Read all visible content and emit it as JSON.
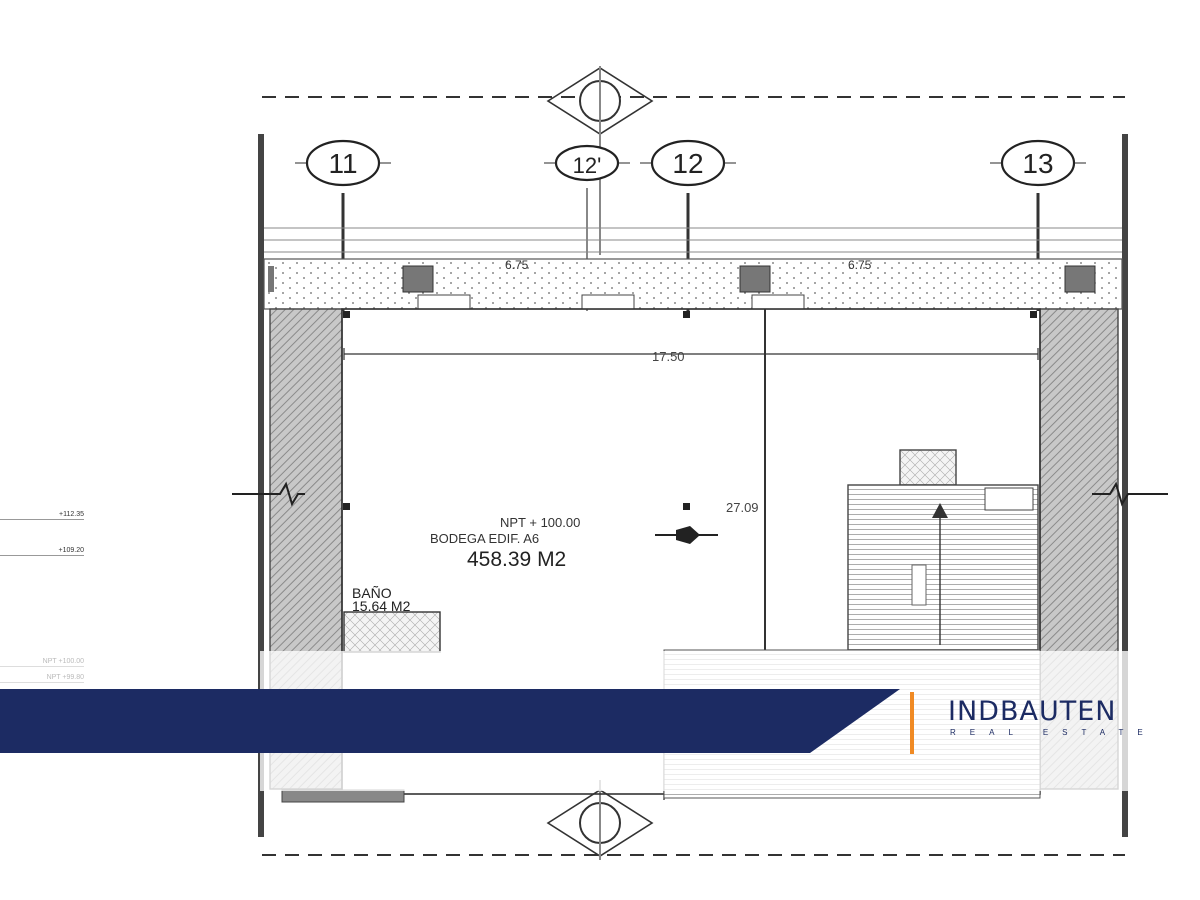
{
  "plan": {
    "axes": [
      {
        "label": "11",
        "primary": true
      },
      {
        "label": "12'",
        "primary": false
      },
      {
        "label": "12",
        "primary": true
      },
      {
        "label": "13",
        "primary": true
      }
    ],
    "dimensions": {
      "bay_left": "6.75",
      "bay_right": "6.75",
      "width": "17.50",
      "depth": "27.09"
    },
    "room_main": {
      "level": "NPT + 100.00",
      "name": "BODEGA EDIF. A6",
      "area": "458.39 M2"
    },
    "room_bath": {
      "name": "BAÑO",
      "area": "15.64 M2"
    },
    "levels": [
      "+112.35",
      "+109.20",
      "NPT +100.00",
      "NPT +99.80"
    ],
    "colors": {
      "line": "#333333",
      "wall_hatch": "#9a9a9a",
      "axis_line": "#888888"
    }
  },
  "brand": {
    "name": "INDBAUTEN",
    "tagline": "REAL ESTATE",
    "colors": {
      "navy": "#1c2b63",
      "orange": "#f08a24"
    }
  }
}
